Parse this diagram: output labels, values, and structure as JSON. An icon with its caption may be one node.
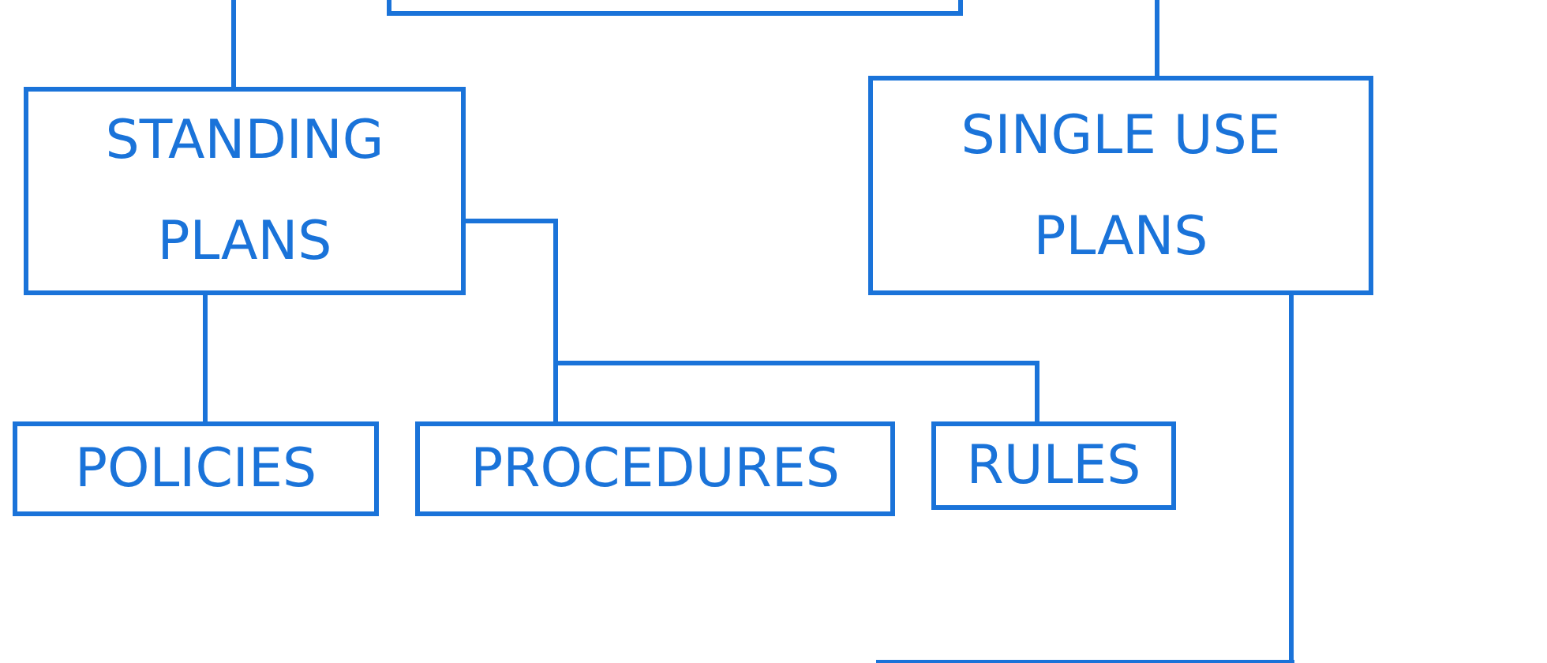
{
  "diagram": {
    "nodes": [
      {
        "text": [],
        "shape": "box"
      },
      {
        "text": [
          "STANDING PLANS"
        ]
      },
      {
        "text": [
          "SINGLE USE PLANS"
        ]
      },
      {
        "text": [
          "POLICIES"
        ]
      },
      {
        "text": [
          "PROCEDURES"
        ]
      },
      {
        "text": [
          "RULES"
        ]
      },
      {
        "text": [],
        "shape": "box"
      }
    ],
    "edges": [
      {
        "from": null,
        "to": 1,
        "arrow": "none"
      },
      {
        "from": null,
        "to": 2,
        "arrow": "none"
      },
      {
        "from": 1,
        "to": 3,
        "arrow": "none"
      },
      {
        "from": 1,
        "to": 4,
        "arrow": "none"
      },
      {
        "from": 1,
        "to": 5,
        "arrow": "none"
      },
      {
        "from": 2,
        "to": 6,
        "arrow": "none"
      }
    ]
  }
}
